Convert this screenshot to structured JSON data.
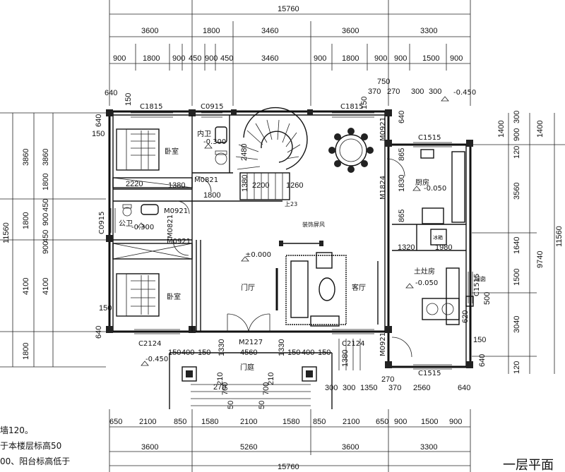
{
  "plan": {
    "title": "一层平面",
    "notes": [
      "墙120。",
      "于本楼层标高50",
      "00、阳台标高低于"
    ],
    "dims": {
      "top_total": "15760",
      "top_row2": [
        "3600",
        "1800",
        "3460",
        "3600",
        "3300"
      ],
      "top_row3": [
        "900",
        "1800",
        "900",
        "450",
        "900",
        "450",
        "3460",
        "900",
        "1800",
        "900",
        "900",
        "1500",
        "900"
      ],
      "top_row4": [
        "750",
        "370",
        "270",
        "300",
        "300"
      ],
      "top_small": [
        "640",
        "150",
        "150",
        "640"
      ],
      "bottom_row1": [
        "650",
        "2100",
        "850",
        "1580",
        "2100",
        "1580",
        "850",
        "2100",
        "650",
        "900",
        "1500",
        "900"
      ],
      "bottom_row2": [
        "3600",
        "5260",
        "3600",
        "3300"
      ],
      "bottom_total": "15760",
      "left_outer": [
        "3860",
        "1800",
        "450",
        "900",
        "450",
        "4100",
        "1800"
      ],
      "left_inner": [
        "3860",
        "1800",
        "900",
        "4100"
      ],
      "left_total": "11560",
      "right_col1": [
        "900",
        "300",
        "1400",
        "120",
        "3560",
        "1640",
        "1500",
        "620",
        "3040",
        "150",
        "640",
        "120"
      ],
      "right_col2": [
        "1400",
        "9740",
        "11560"
      ],
      "interior": [
        "640",
        "150",
        "2220",
        "1380",
        "1800",
        "1380",
        "2200",
        "1260",
        "2480",
        "1830",
        "865",
        "865",
        "1320",
        "1980",
        "500",
        "1330",
        "1330",
        "150",
        "400",
        "150",
        "4560",
        "150",
        "400",
        "150",
        "1380",
        "300",
        "300",
        "1350",
        "370",
        "2560",
        "640",
        "270",
        "270",
        "700",
        "700",
        "210",
        "210",
        "50",
        "50",
        "640",
        "150"
      ]
    },
    "labels": {
      "bedroom1": "卧室",
      "bedroom2": "卧室",
      "bath_private": "内卫",
      "bath_public": "公卫",
      "dining": "餐厅",
      "kitchen": "厨房",
      "stove_room": "土灶房",
      "foyer": "门厅",
      "living": "客厅",
      "courtyard": "门庭",
      "screen": "装饰屏风",
      "chimney": "烟囱",
      "fridge": "冰箱",
      "stair_up": "上23"
    },
    "codes": {
      "w_c1815_a": "C1815",
      "w_c0915_a": "C0915",
      "w_c1815_b": "C1815",
      "w_c1515_a": "C1515",
      "w_c0915_b": "C0915",
      "w_c1515_b": "C1515",
      "w_c2124_a": "C2124",
      "w_c2124_b": "C2124",
      "w_c1515_c": "C1515",
      "d_m0921_a": "M0921",
      "d_m0821_a": "M0821",
      "d_m1824": "M1824",
      "d_m0921_b": "M0921",
      "d_m0821_b": "M0821",
      "d_m0921_c": "M0921",
      "d_m2127": "M2127",
      "d_m0921_d": "M0921"
    },
    "levels": {
      "bath1": "-0.300",
      "bath2": "-0.300",
      "kitchen": "-0.050",
      "stove": "-0.050",
      "foyer": "±0.000",
      "outside_a": "-0.450",
      "outside_b": "-0.450"
    }
  }
}
